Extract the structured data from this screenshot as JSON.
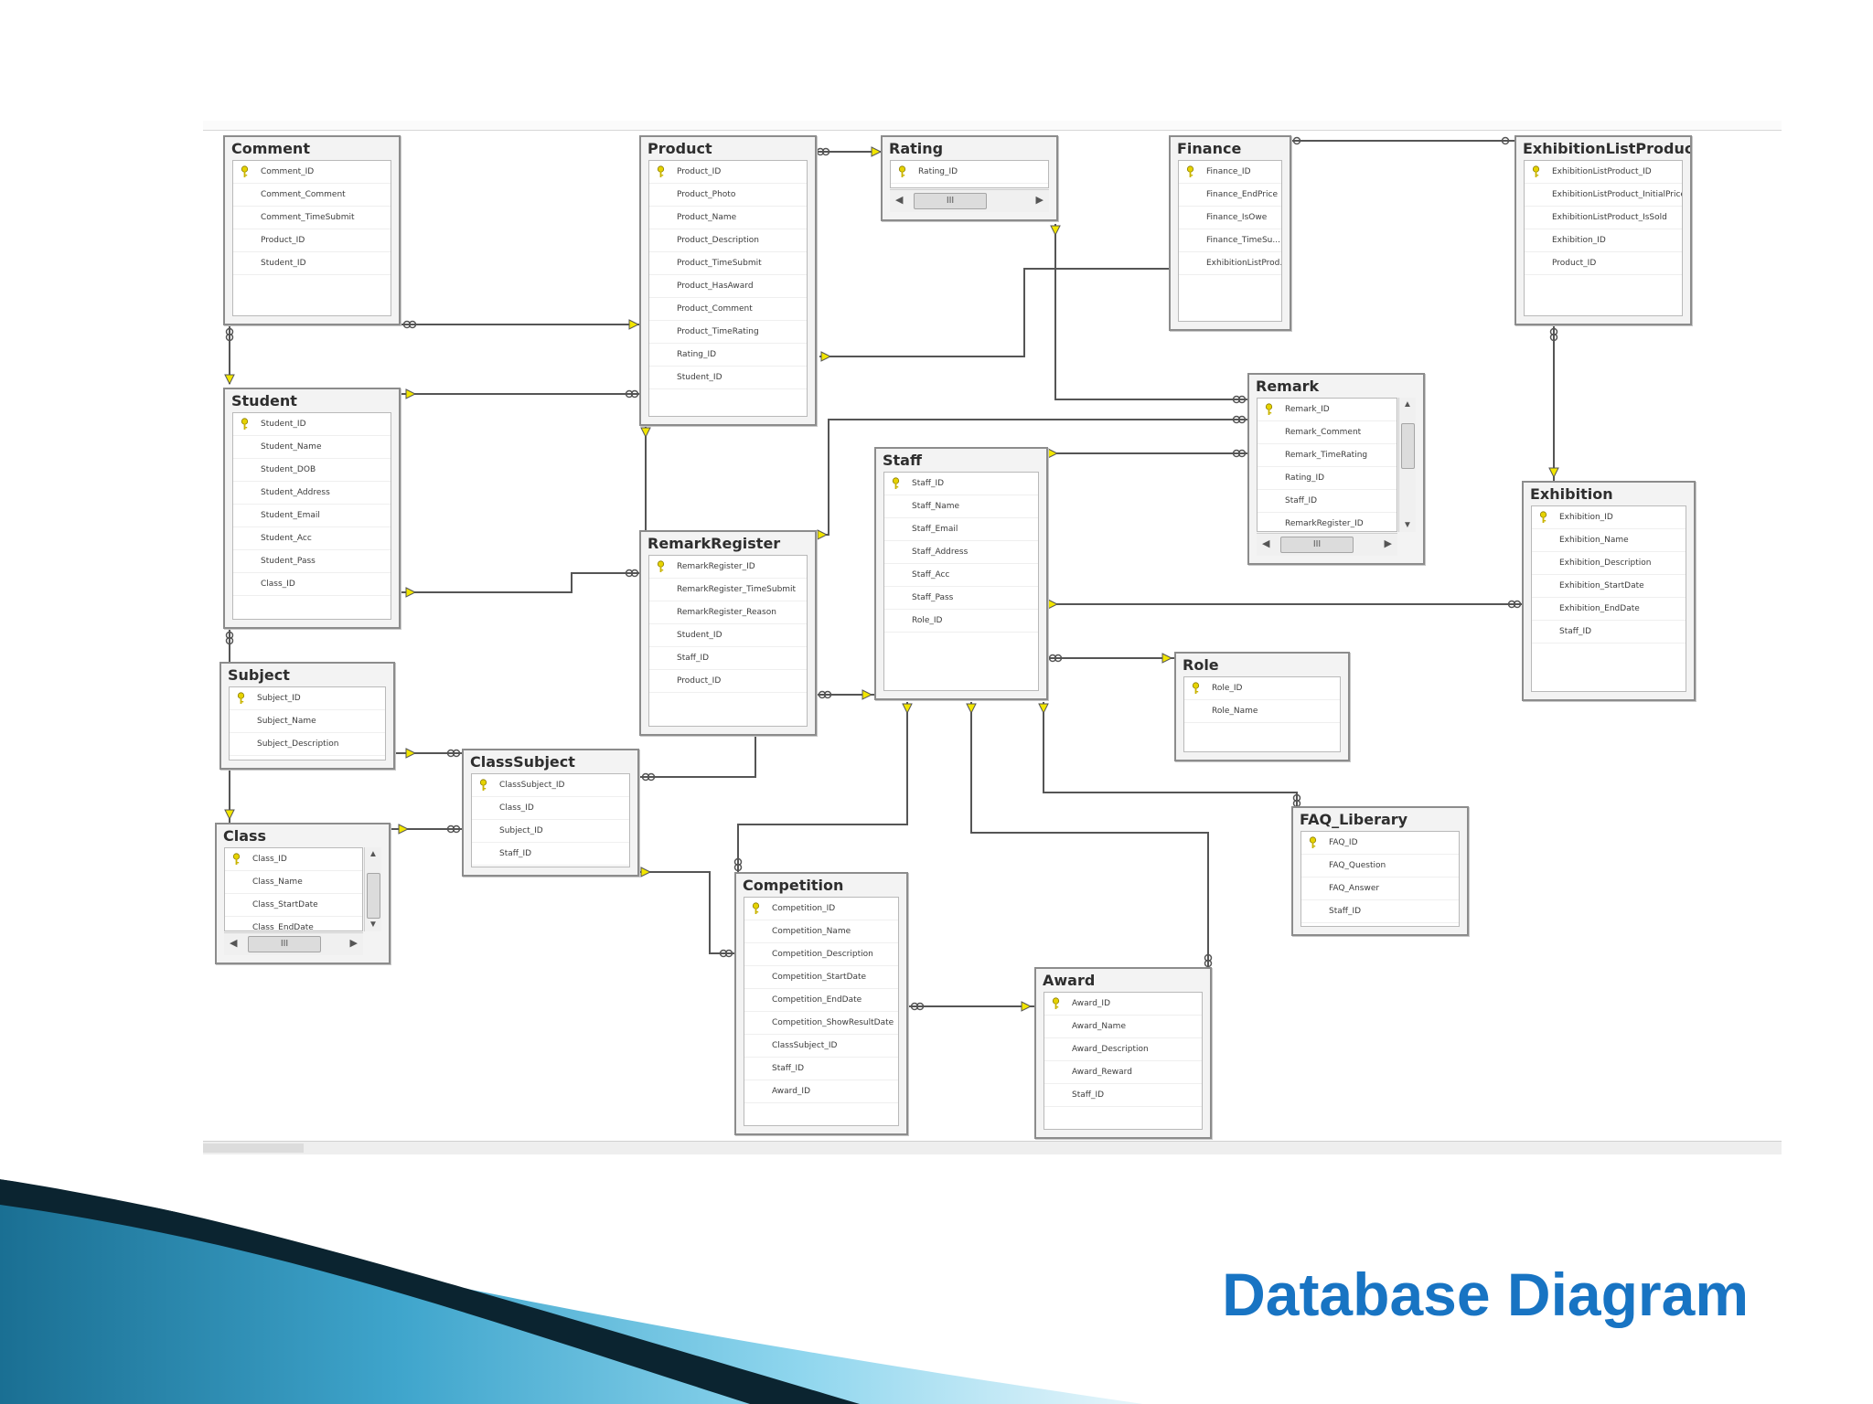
{
  "slide": {
    "title": "Database Diagram",
    "title_color": "#1874c3"
  },
  "colors": {
    "table_border": "#8c8c8c",
    "table_fill": "#f3f3f3",
    "relationship_line": "#555555",
    "key_icon": "#e6d300",
    "swoosh_dark": "#0b2430",
    "swoosh_light": "#5ec6e6"
  },
  "tables": [
    {
      "id": "Comment",
      "name": "Comment",
      "columns": [
        "Comment_ID",
        "Comment_Comment",
        "Comment_TimeSubmit",
        "Product_ID",
        "Student_ID"
      ]
    },
    {
      "id": "Product",
      "name": "Product",
      "columns": [
        "Product_ID",
        "Product_Photo",
        "Product_Name",
        "Product_Description",
        "Product_TimeSubmit",
        "Product_HasAward",
        "Product_Comment",
        "Product_TimeRating",
        "Rating_ID",
        "Student_ID"
      ]
    },
    {
      "id": "Rating",
      "name": "Rating",
      "columns": [
        "Rating_ID"
      ]
    },
    {
      "id": "Finance",
      "name": "Finance",
      "columns": [
        "Finance_ID",
        "Finance_EndPrice",
        "Finance_IsOwe",
        "Finance_TimeSu...",
        "ExhibitionListProd..."
      ]
    },
    {
      "id": "ExhibitionListProduct",
      "name": "ExhibitionListProduct",
      "columns": [
        "ExhibitionListProduct_ID",
        "ExhibitionListProduct_InitialPrice",
        "ExhibitionListProduct_IsSold",
        "Exhibition_ID",
        "Product_ID"
      ]
    },
    {
      "id": "Student",
      "name": "Student",
      "columns": [
        "Student_ID",
        "Student_Name",
        "Student_DOB",
        "Student_Address",
        "Student_Email",
        "Student_Acc",
        "Student_Pass",
        "Class_ID"
      ]
    },
    {
      "id": "Remark",
      "name": "Remark",
      "columns": [
        "Remark_ID",
        "Remark_Comment",
        "Remark_TimeRating",
        "Rating_ID",
        "Staff_ID",
        "RemarkRegister_ID"
      ]
    },
    {
      "id": "Staff",
      "name": "Staff",
      "columns": [
        "Staff_ID",
        "Staff_Name",
        "Staff_Email",
        "Staff_Address",
        "Staff_Acc",
        "Staff_Pass",
        "Role_ID"
      ]
    },
    {
      "id": "RemarkRegister",
      "name": "RemarkRegister",
      "columns": [
        "RemarkRegister_ID",
        "RemarkRegister_TimeSubmit",
        "RemarkRegister_Reason",
        "Student_ID",
        "Staff_ID",
        "Product_ID"
      ]
    },
    {
      "id": "Exhibition",
      "name": "Exhibition",
      "columns": [
        "Exhibition_ID",
        "Exhibition_Name",
        "Exhibition_Description",
        "Exhibition_StartDate",
        "Exhibition_EndDate",
        "Staff_ID"
      ]
    },
    {
      "id": "Subject",
      "name": "Subject",
      "columns": [
        "Subject_ID",
        "Subject_Name",
        "Subject_Description"
      ]
    },
    {
      "id": "Role",
      "name": "Role",
      "columns": [
        "Role_ID",
        "Role_Name"
      ]
    },
    {
      "id": "ClassSubject",
      "name": "ClassSubject",
      "columns": [
        "ClassSubject_ID",
        "Class_ID",
        "Subject_ID",
        "Staff_ID"
      ]
    },
    {
      "id": "FAQ_Liberary",
      "name": "FAQ_Liberary",
      "columns": [
        "FAQ_ID",
        "FAQ_Question",
        "FAQ_Answer",
        "Staff_ID"
      ]
    },
    {
      "id": "Class",
      "name": "Class",
      "columns": [
        "Class_ID",
        "Class_Name",
        "Class_StartDate",
        "Class_EndDate"
      ]
    },
    {
      "id": "Competition",
      "name": "Competition",
      "columns": [
        "Competition_ID",
        "Competition_Name",
        "Competition_Description",
        "Competition_StartDate",
        "Competition_EndDate",
        "Competition_ShowResultDate",
        "ClassSubject_ID",
        "Staff_ID",
        "Award_ID"
      ]
    },
    {
      "id": "Award",
      "name": "Award",
      "columns": [
        "Award_ID",
        "Award_Name",
        "Award_Description",
        "Award_Reward",
        "Staff_ID"
      ]
    }
  ],
  "scrollbar_thumb_label": "III"
}
